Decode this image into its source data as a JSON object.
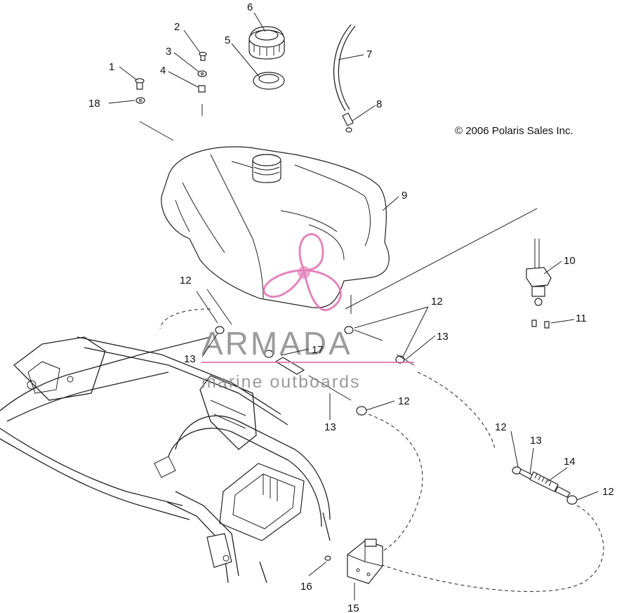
{
  "copyright": "© 2006 Polaris Sales Inc.",
  "watermark": {
    "name": "ARMADA",
    "tagline": "marine outboards",
    "logo_color": "#e070b0"
  },
  "callouts": [
    "1",
    "2",
    "3",
    "4",
    "5",
    "6",
    "7",
    "8",
    "9",
    "10",
    "11",
    "12",
    "12",
    "12",
    "12",
    "12",
    "13",
    "13",
    "13",
    "13",
    "14",
    "15",
    "16",
    "17",
    "18"
  ]
}
